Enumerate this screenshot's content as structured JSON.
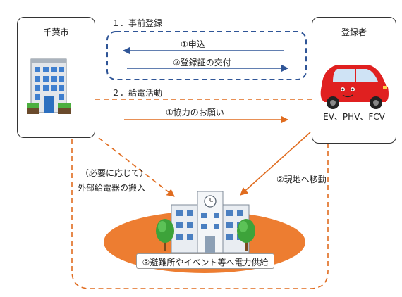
{
  "colors": {
    "blue": "#2f5597",
    "orange": "#e06c1f",
    "ground": "#ed7d31"
  },
  "step1": {
    "label": "１．事前登録"
  },
  "step2": {
    "label": "２．給電活動"
  },
  "chiba": {
    "title": "千葉市"
  },
  "registrant": {
    "title": "登録者",
    "vehicle_types": "EV、PHV、FCV"
  },
  "arrows": {
    "apply": "①申込",
    "certificate": "②登録証の交付",
    "cooperation": "①協力のお願い",
    "move": "②現地へ移動",
    "carry_in_1": "（必要に応じて）",
    "carry_in_2": "外部給電器の搬入"
  },
  "destination": {
    "label": "③避難所やイベント等へ電力供給"
  }
}
